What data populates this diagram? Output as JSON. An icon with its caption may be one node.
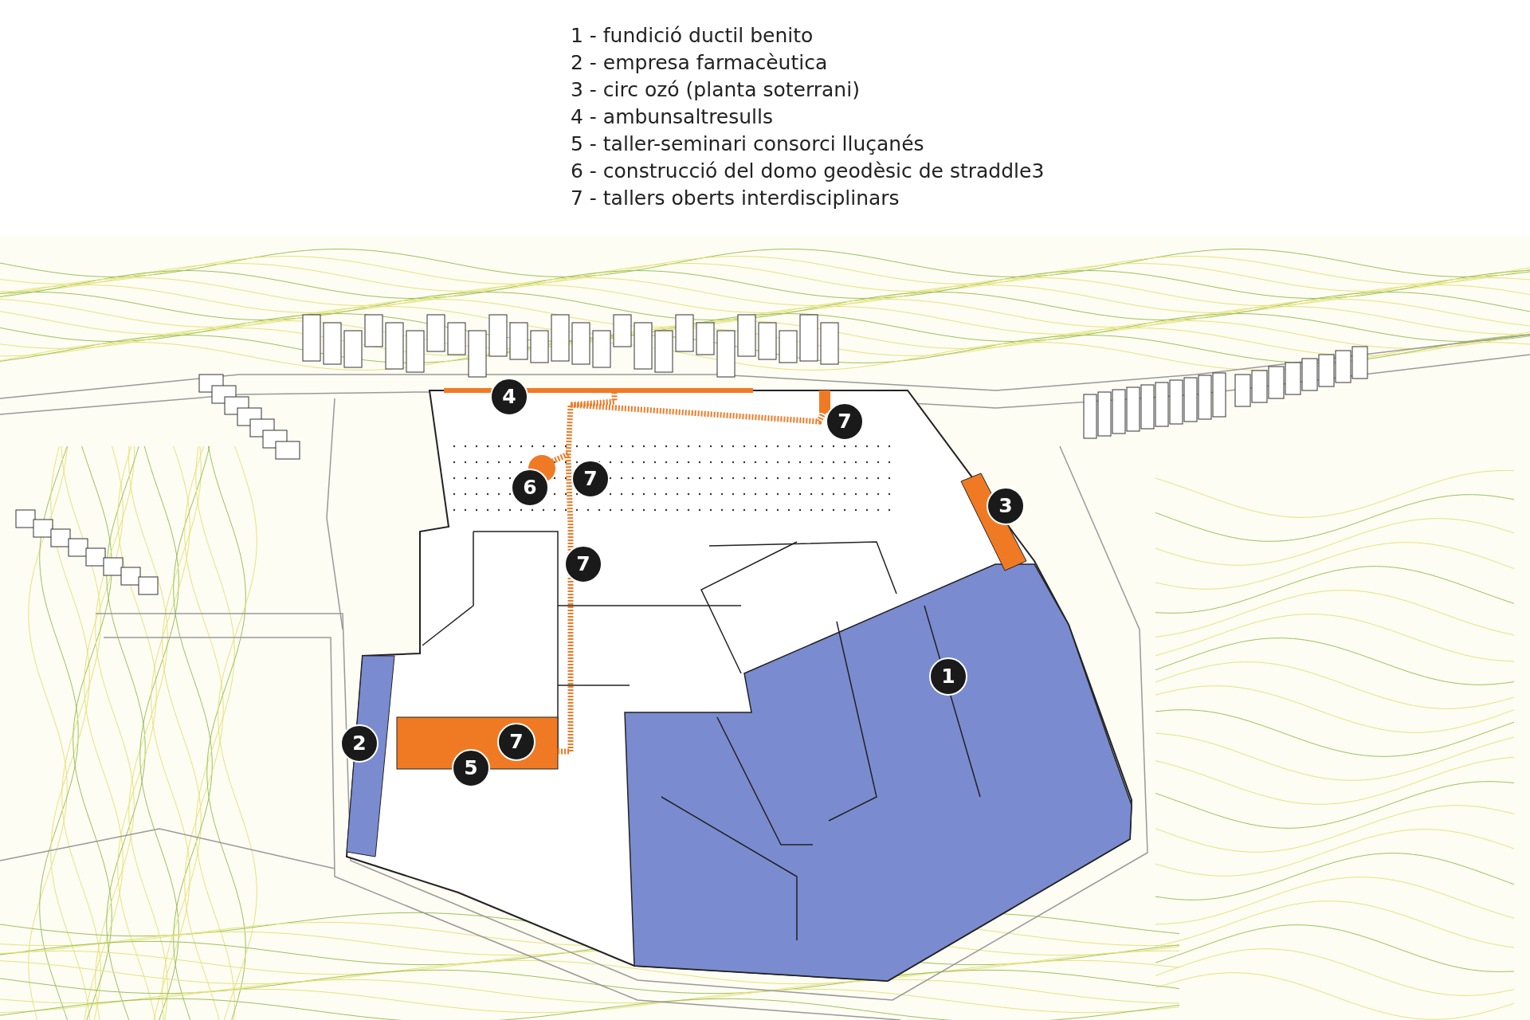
{
  "diagram": {
    "nodes": [
      {
        "text": [
          "4"
        ]
      },
      {
        "text": [
          "7"
        ]
      },
      {
        "text": [
          "7"
        ]
      },
      {
        "text": [
          "6"
        ]
      },
      {
        "text": [
          "3"
        ]
      },
      {
        "text": [
          "7"
        ]
      },
      {
        "text": [
          "1"
        ]
      },
      {
        "text": [
          "7"
        ]
      },
      {
        "text": [
          "2"
        ]
      },
      {
        "text": [
          "5"
        ]
      }
    ],
    "labels": [
      "1 - fundició ductil benito",
      "2 - empresa farmacèutica",
      "3 - circ ozó (planta soterrani)",
      "4 - ambunsaltresulls",
      "5 - taller-seminari consorci lluçanés",
      "6 - construcció del domo geodèsic de straddle3",
      "7 - tallers oberts interdisciplinars"
    ]
  }
}
